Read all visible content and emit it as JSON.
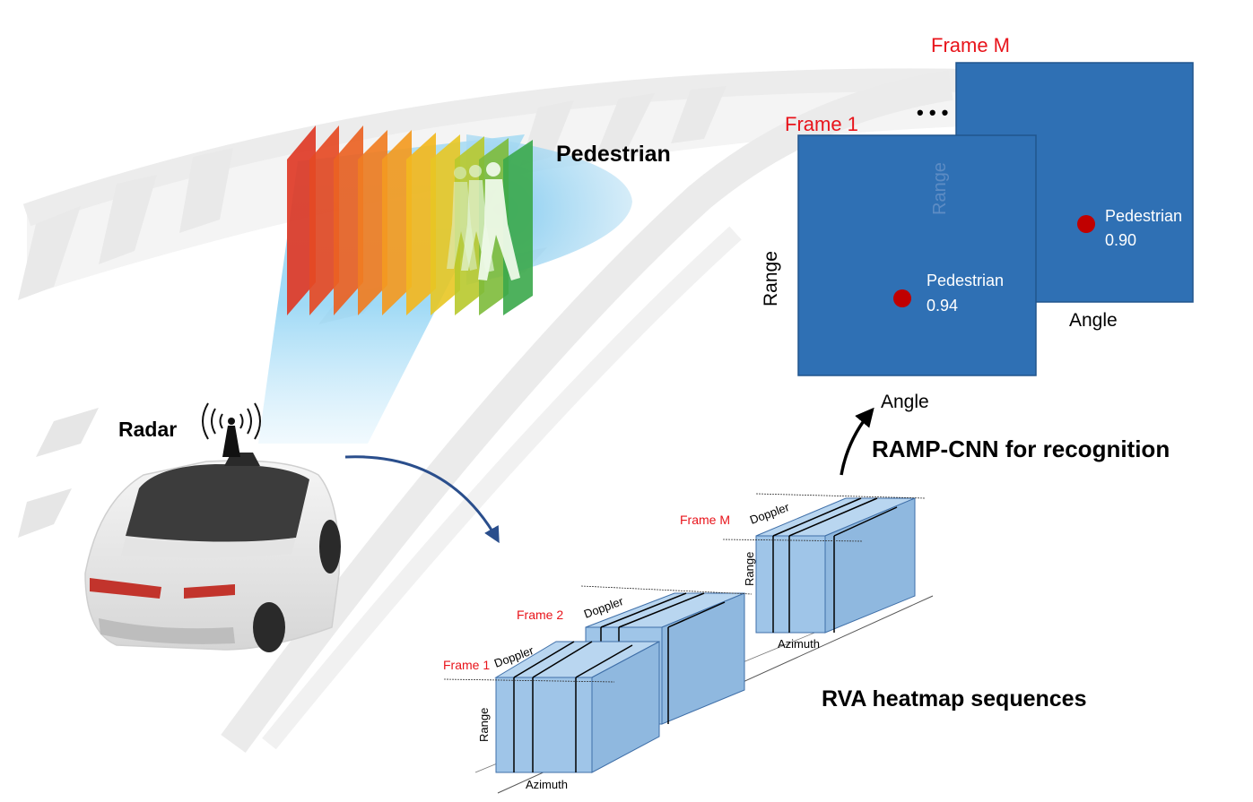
{
  "colors": {
    "frame_fill": "#2f70b4",
    "frame_stroke": "#21558d",
    "frame_label": "#e8141b",
    "detection_dot": "#c00000",
    "heatmap_fill": "#9fc5e8",
    "heatmap_stroke": "#3f6fa8",
    "arrow_blue": "#2a4e8c",
    "road_marking": "#e9e9e9"
  },
  "scene": {
    "pedestrian_label": "Pedestrian",
    "radar_label": "Radar",
    "radar_icon": "radar-antenna-icon",
    "car_icon": "car-icon",
    "pedestrian_icon": "walking-person-icon"
  },
  "detection": {
    "frame_1_label": "Frame 1",
    "frame_m_label": "Frame M",
    "ellipsis": "• • •",
    "axis_range": "Range",
    "axis_angle": "Angle",
    "frame_1_object": "Pedestrian",
    "frame_1_score": "0.94",
    "frame_m_object": "Pedestrian",
    "frame_m_score": "0.90"
  },
  "pipeline": {
    "cnn_label": "RAMP-CNN for recognition",
    "heatmap_label": "RVA heatmap sequences"
  },
  "heatmaps": {
    "frame_1_label": "Frame 1",
    "frame_2_label": "Frame 2",
    "frame_m_label": "Frame M",
    "axis_doppler": "Doppler",
    "axis_range": "Range",
    "axis_azimuth": "Azimuth"
  }
}
